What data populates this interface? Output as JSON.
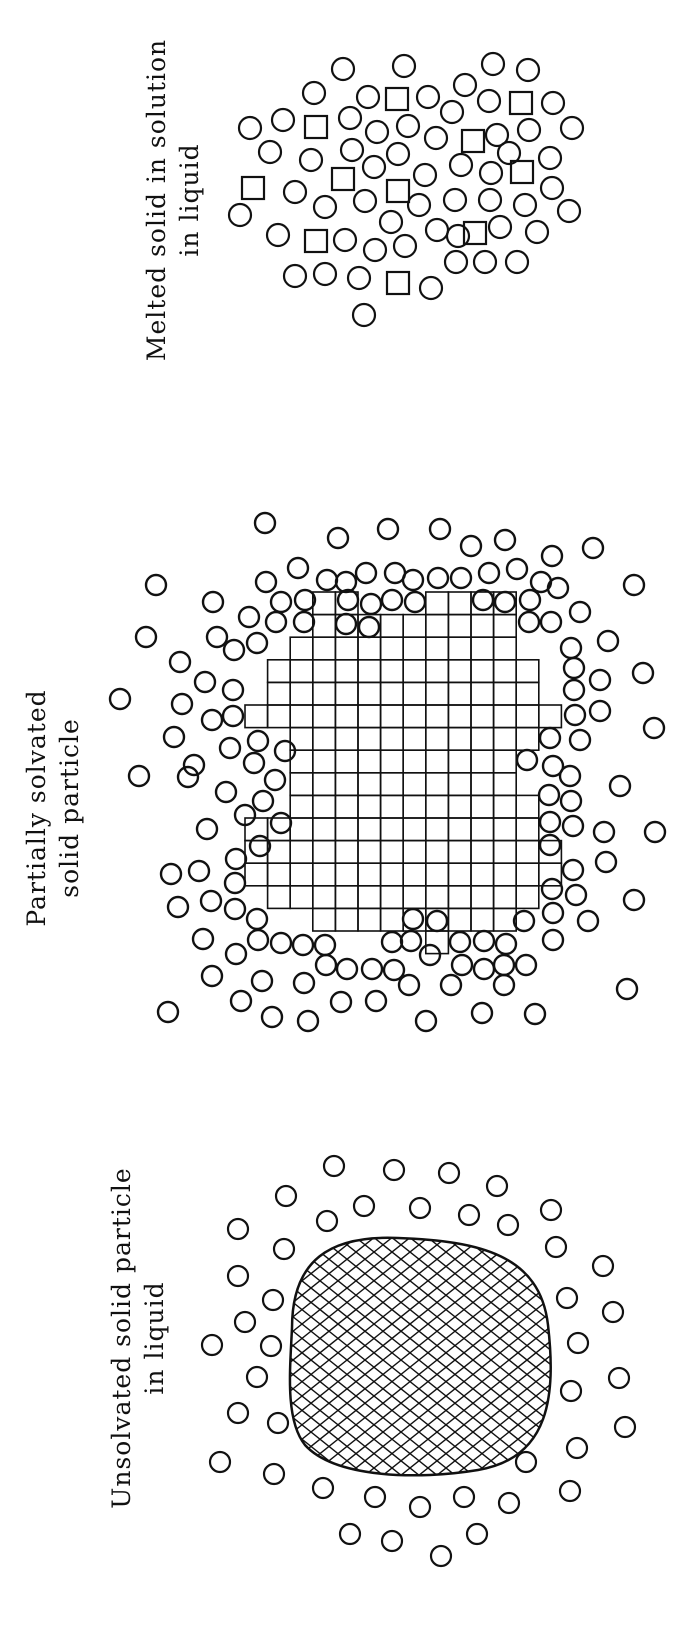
{
  "panels": {
    "melted": {
      "label_line1": "Melted solid in solution",
      "label_line2": "in liquid"
    },
    "partial": {
      "label_line1": "Partially solvated",
      "label_line2": "solid particle"
    },
    "unsolvated": {
      "label_line1": "Unsolvated solid particle",
      "label_line2": "in liquid"
    }
  },
  "colors": {
    "ink": "#111111",
    "background": "#ffffff"
  }
}
